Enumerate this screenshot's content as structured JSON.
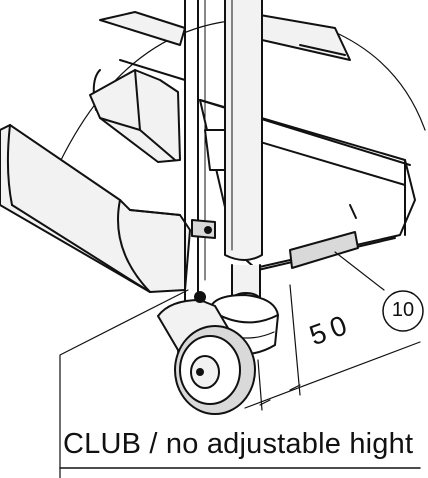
{
  "callout": {
    "number": "10"
  },
  "dimension": {
    "value": "50"
  },
  "caption": {
    "text": "CLUB / no adjustable hight"
  },
  "colors": {
    "ink": "#111111",
    "fill_light": "#f2f2f2",
    "fill_mid": "#d9d9d9"
  }
}
